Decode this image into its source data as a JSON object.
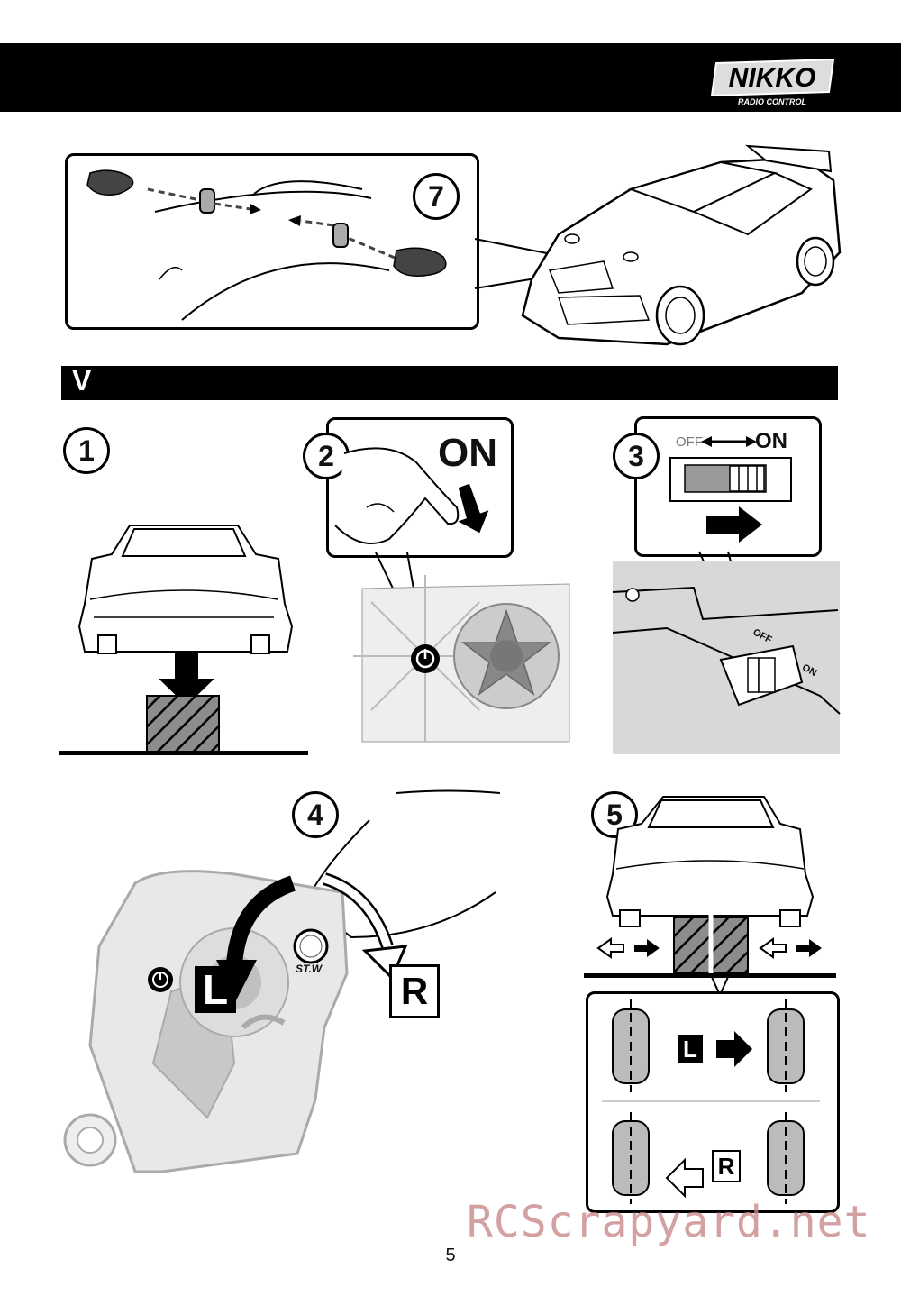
{
  "brand": {
    "logo_text": "NIKKO",
    "logo_subtext": "RADIO CONTROL"
  },
  "section": {
    "label": "V"
  },
  "steps": {
    "s7": "7",
    "s1": "1",
    "s2": "2",
    "s3": "3",
    "s4": "4",
    "s5": "5"
  },
  "labels": {
    "on_large": "ON",
    "switch_off": "OFF",
    "switch_on": "ON",
    "switch_small_off": "OFF",
    "switch_small_on": "ON",
    "steering_knob": "ST.W",
    "left_box": "L",
    "right_box": "R",
    "left_box_small": "L",
    "right_box_small": "R"
  },
  "page_number": "5",
  "watermark": "RCScrapyard.net",
  "colors": {
    "bar": "#000000",
    "watermark": "#c98a8a",
    "hatch": "#555555",
    "remote_gray": "#bdbdbd"
  }
}
